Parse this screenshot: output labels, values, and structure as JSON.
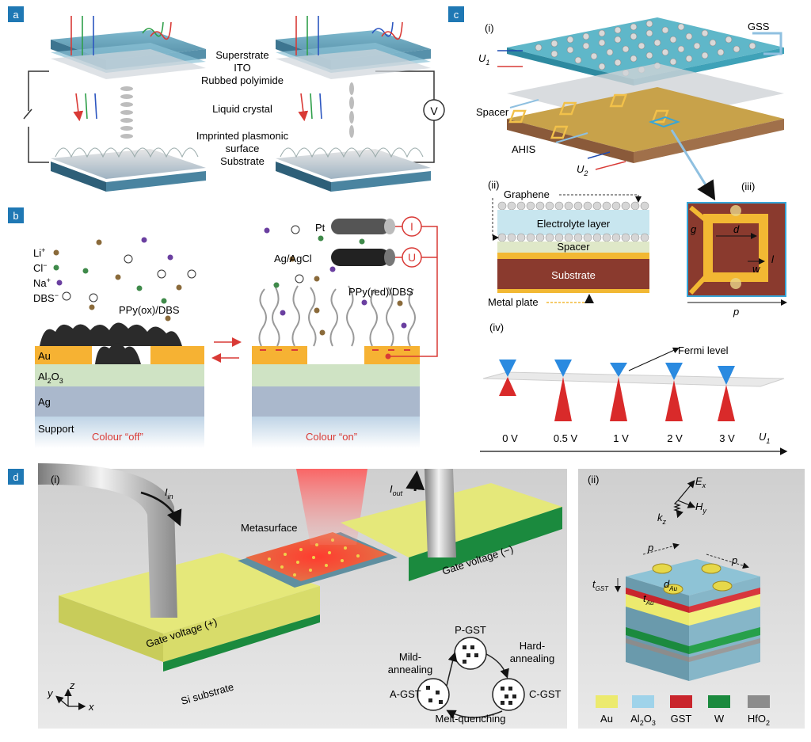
{
  "panel_a": {
    "tag": "a",
    "labels": {
      "superstrate": "Superstrate",
      "ito": "ITO",
      "polyimide": "Rubbed polyimide",
      "liquid_crystal": "Liquid crystal",
      "plasmonic_1": "Imprinted plasmonic",
      "plasmonic_2": "surface",
      "substrate": "Substrate",
      "voltage": "V"
    }
  },
  "panel_b": {
    "tag": "b",
    "ions": {
      "li": "Li",
      "li_sup": "+",
      "cl": "Cl",
      "cl_sup": "−",
      "na": "Na",
      "na_sup": "+",
      "dbs": "DBS",
      "dbs_sup": "−"
    },
    "ppy_ox": "PPy(ox)/DBS",
    "ppy_red": "PPy(red)/DBS",
    "pt": "Pt",
    "agagcl": "Ag/AgCl",
    "current": "I",
    "voltage": "U",
    "layers": {
      "au": "Au",
      "al": "Al",
      "al_sub": "2",
      "o": "O",
      "o_sub": "3",
      "ag": "Ag",
      "support": "Support"
    },
    "colour_off": "Colour “off”",
    "colour_on": "Colour “on”"
  },
  "panel_c": {
    "tag": "c",
    "sub_i": "(i)",
    "sub_ii": "(ii)",
    "sub_iii": "(iii)",
    "sub_iv": "(iv)",
    "gss": "GSS",
    "u1": "U",
    "u1_sub": "1",
    "u2": "U",
    "u2_sub": "2",
    "spacer": "Spacer",
    "ahis": "AHIS",
    "graphene": "Graphene",
    "electrolyte": "Electrolyte layer",
    "spacer_inner": "Spacer",
    "substrate": "Substrate",
    "metal_plate": "Metal plate",
    "dim_g": "g",
    "dim_d": "d",
    "dim_w": "w",
    "dim_l": "l",
    "dim_p": "p",
    "fermi": "Fermi level",
    "voltages": [
      "0 V",
      "0.5 V",
      "1 V",
      "2 V",
      "3 V"
    ],
    "axis": "U",
    "axis_sub": "1"
  },
  "panel_d": {
    "tag": "d",
    "sub_i": "(i)",
    "sub_ii": "(ii)",
    "i_in": "I",
    "i_in_sub": "in",
    "i_out": "I",
    "i_out_sub": "out",
    "metasurface": "Metasurface",
    "gate_minus": "Gate voltage (−)",
    "gate_plus": "Gate voltage (+)",
    "si_substrate": "Si substrate",
    "axes": {
      "x": "x",
      "y": "y",
      "z": "z"
    },
    "states": {
      "p_gst": "P-GST",
      "c_gst": "C-GST",
      "a_gst": "A-GST",
      "mild_1": "Mild-",
      "mild_2": "annealing",
      "hard_1": "Hard-",
      "hard_2": "annealing",
      "melt": "Melt-quenching"
    },
    "field": {
      "e": "E",
      "e_sub": "x",
      "h": "H",
      "h_sub": "y",
      "k": "k",
      "k_sub": "z"
    },
    "dims": {
      "p1": "p",
      "p2": "p",
      "t_gst": "t",
      "t_gst_sub": "GST",
      "d_au": "d",
      "d_au_sub": "Au",
      "t_au": "t",
      "t_au_sub": "Au"
    },
    "legend": [
      {
        "label": "Au",
        "color": "#ecea6e"
      },
      {
        "label": "Al",
        "color": "#9fd3ea"
      },
      {
        "label": "GST",
        "color": "#c9252c"
      },
      {
        "label": "W",
        "color": "#1b8a3e"
      },
      {
        "label": "HfO",
        "color": "#8c8c8c"
      }
    ],
    "legend_al_sub1": "2",
    "legend_al_o": "O",
    "legend_al_sub2": "3",
    "legend_hf_sub": "2"
  },
  "colors": {
    "tag_blue": "#1f78b4",
    "layer_au": "#f6b233",
    "accent_red": "#d93a36"
  }
}
